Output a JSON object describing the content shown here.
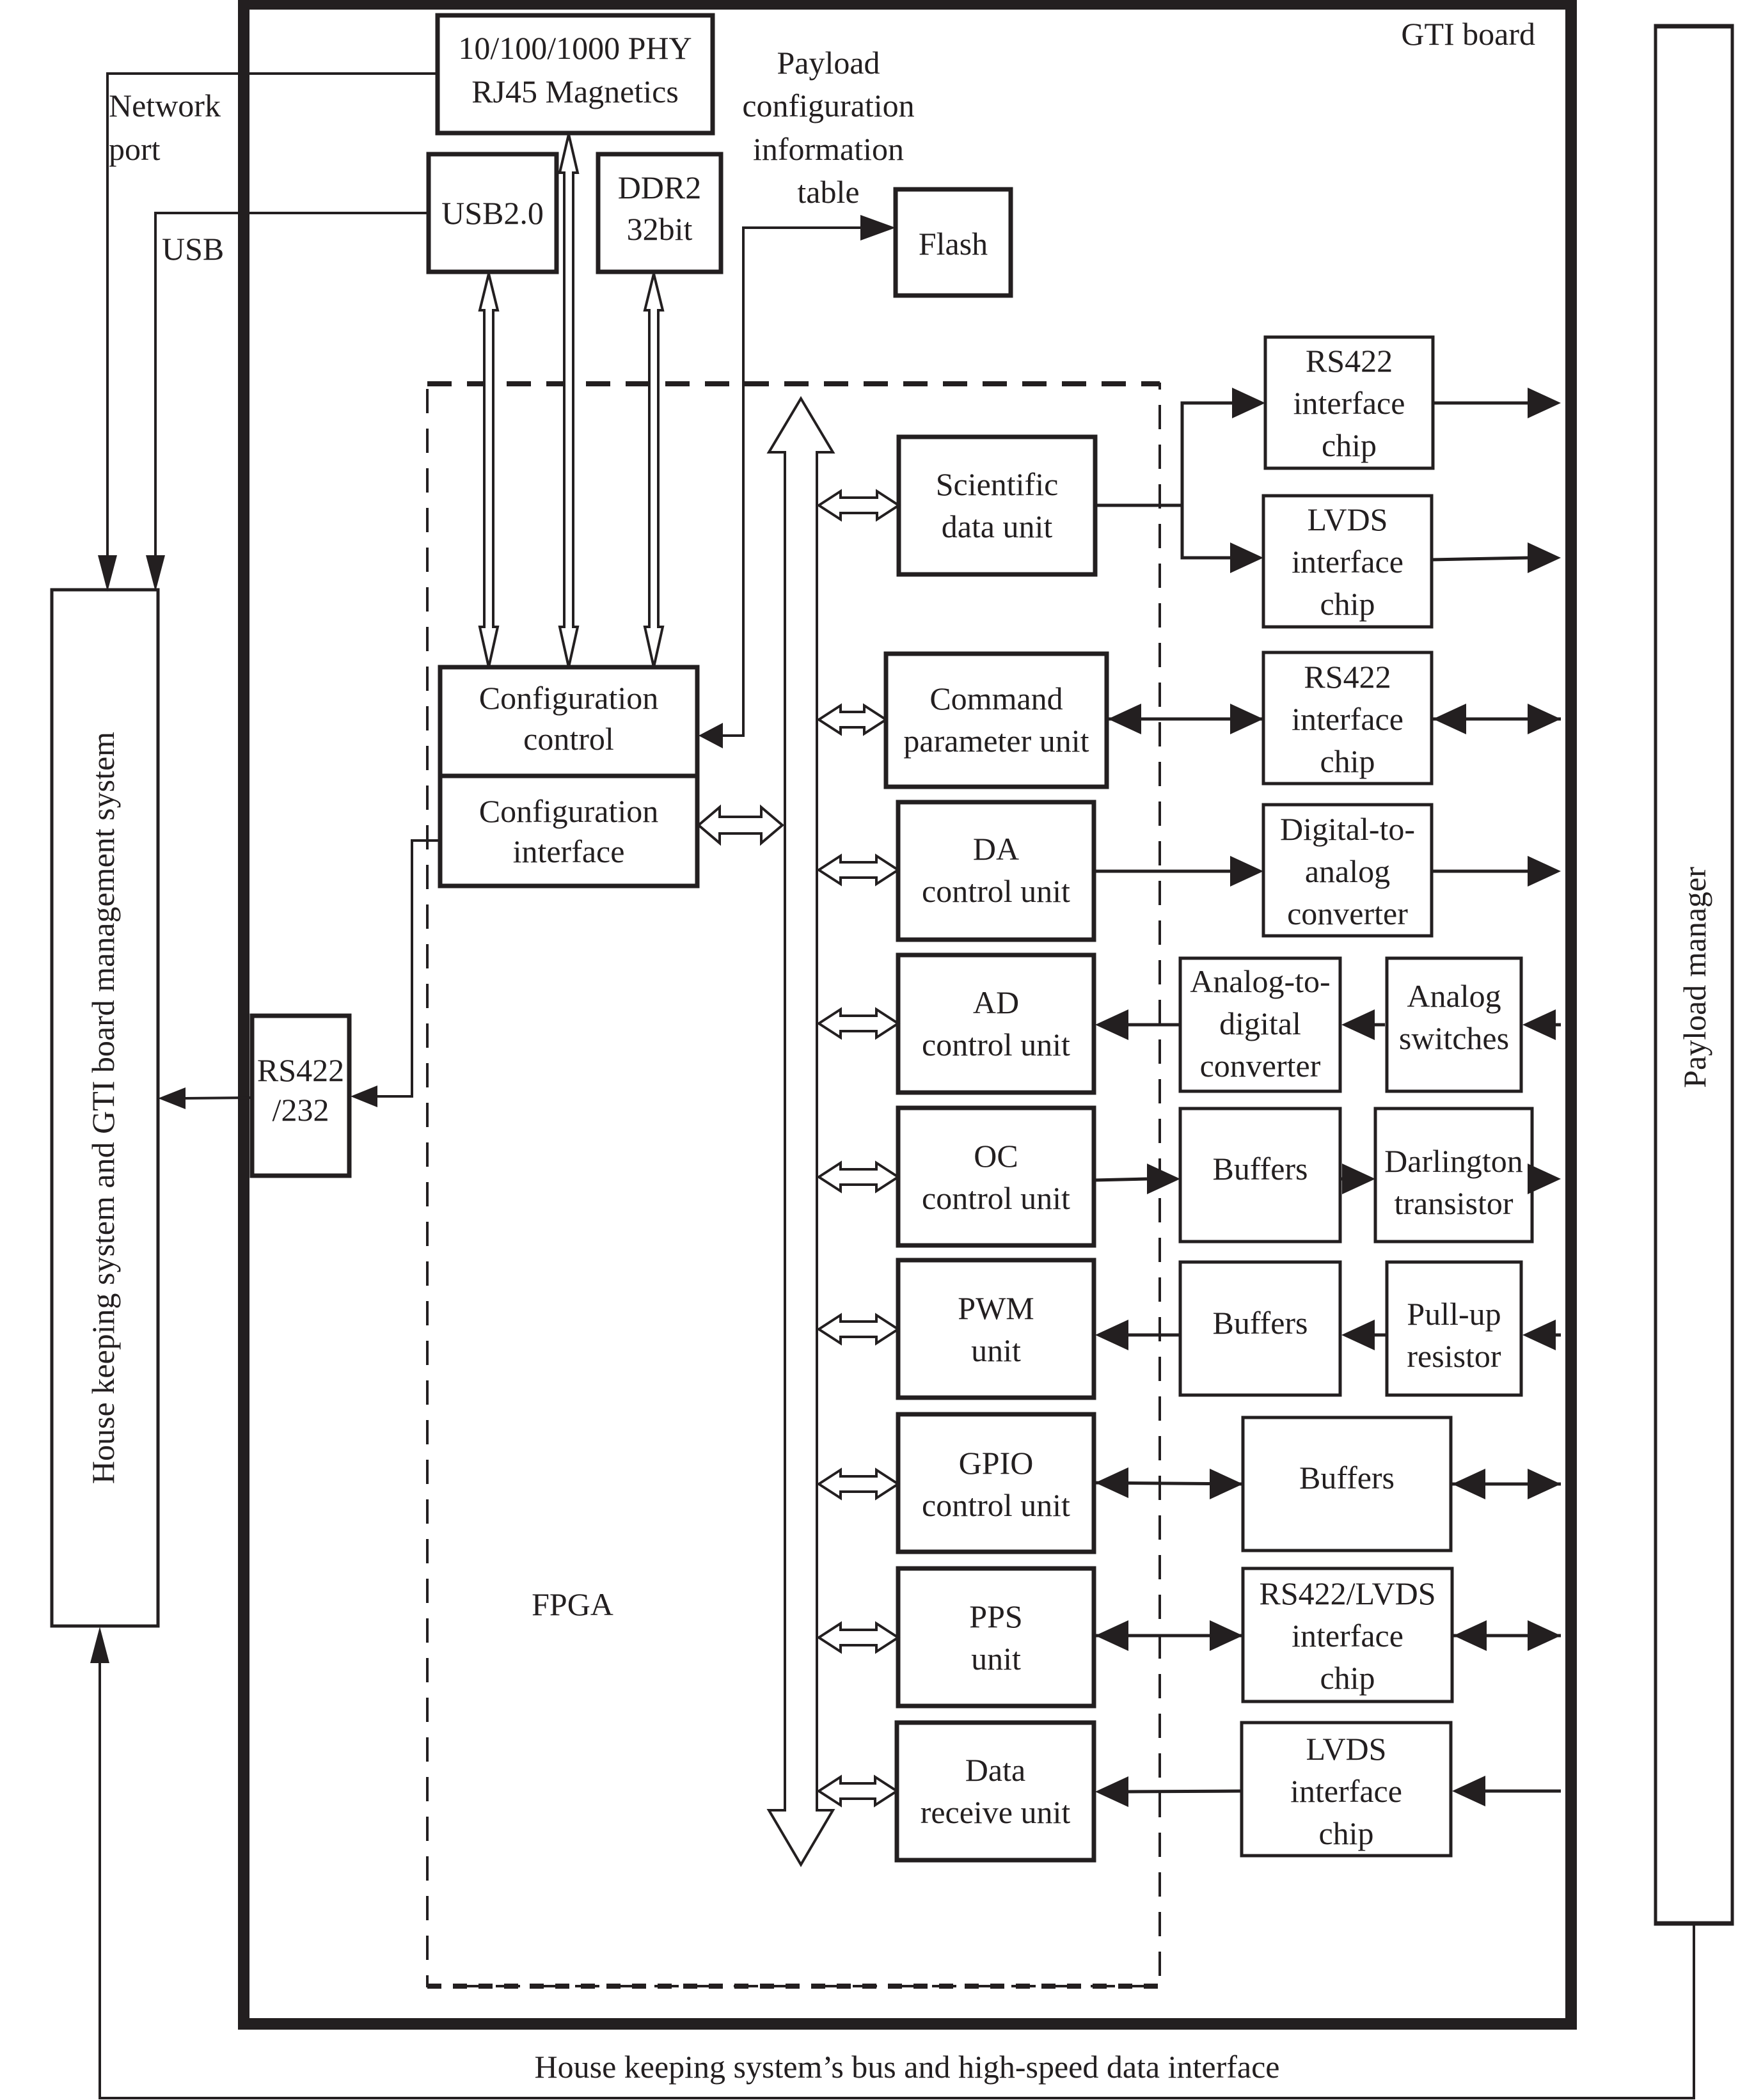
{
  "figure": {
    "board_label": "GTI board",
    "fpga_label": "FPGA",
    "left_system": "House keeping system and GTI board management system",
    "right_system": "Payload manager",
    "bottom_bus": "House keeping system’s bus and high-speed data interface",
    "colors": {
      "ink": "#231f20",
      "background": "#ffffff"
    }
  },
  "external_links": {
    "network_port": [
      "Network",
      "port"
    ],
    "usb": "USB"
  },
  "top_blocks": {
    "phy": [
      "10/100/1000 PHY",
      "RJ45 Magnetics"
    ],
    "usb2": "USB2.0",
    "ddr2": [
      "DDR2",
      "32bit"
    ],
    "flash": "Flash",
    "payload_table_caption": [
      "Payload",
      "configuration",
      "information",
      "table"
    ]
  },
  "config_blocks": {
    "control": [
      "Configuration",
      "control"
    ],
    "interface": [
      "Configuration",
      "interface"
    ],
    "rs422_232": [
      "RS422",
      "/232"
    ]
  },
  "units": [
    {
      "id": "sci",
      "lines": [
        "Scientific",
        "data unit"
      ]
    },
    {
      "id": "cmd",
      "lines": [
        "Command",
        "parameter unit"
      ]
    },
    {
      "id": "da",
      "lines": [
        "DA",
        "control unit"
      ]
    },
    {
      "id": "ad",
      "lines": [
        "AD",
        "control unit"
      ]
    },
    {
      "id": "oc",
      "lines": [
        "OC",
        "control unit"
      ]
    },
    {
      "id": "pwm",
      "lines": [
        "PWM",
        "unit"
      ]
    },
    {
      "id": "gpio",
      "lines": [
        "GPIO",
        "control unit"
      ]
    },
    {
      "id": "pps",
      "lines": [
        "PPS",
        "unit"
      ]
    },
    {
      "id": "drx",
      "lines": [
        "Data",
        "receive unit"
      ]
    }
  ],
  "peripherals": {
    "sci_rs422": [
      "RS422",
      "interface",
      "chip"
    ],
    "sci_lvds": [
      "LVDS",
      "interface",
      "chip"
    ],
    "cmd_rs422": [
      "RS422",
      "interface",
      "chip"
    ],
    "dac": [
      "Digital-to-",
      "analog",
      "converter"
    ],
    "adc": [
      "Analog-to-",
      "digital",
      "converter"
    ],
    "analog_sw": [
      "Analog",
      "switches"
    ],
    "oc_buffers": "Buffers",
    "darlington": [
      "Darlington",
      "transistor"
    ],
    "pwm_buffers": "Buffers",
    "pullup": [
      "Pull-up",
      "resistor"
    ],
    "gpio_buffers": "Buffers",
    "pps_chip": [
      "RS422/LVDS",
      "interface",
      "chip"
    ],
    "drx_lvds": [
      "LVDS",
      "interface",
      "chip"
    ]
  },
  "connections": [
    {
      "from": "phy",
      "to": "left_system",
      "label": "Network port",
      "direction": "to"
    },
    {
      "from": "usb2",
      "to": "left_system",
      "label": "USB",
      "direction": "to"
    },
    {
      "from": "config_control",
      "to": "flash",
      "label": "Payload configuration information table",
      "direction": "to"
    },
    {
      "from": "config_control",
      "to": "phy",
      "direction": "both"
    },
    {
      "from": "config_control",
      "to": "usb2",
      "direction": "both"
    },
    {
      "from": "config_control",
      "to": "ddr2",
      "direction": "both"
    },
    {
      "from": "config_interface",
      "to": "rs422_232",
      "direction": "to"
    },
    {
      "from": "rs422_232",
      "to": "left_system",
      "direction": "to"
    },
    {
      "from": "config_interface",
      "to": "internal_bus",
      "direction": "both"
    },
    {
      "from": "sci",
      "to": "sci_rs422",
      "direction": "to"
    },
    {
      "from": "sci",
      "to": "sci_lvds",
      "direction": "to"
    },
    {
      "from": "cmd",
      "to": "cmd_rs422",
      "direction": "both"
    },
    {
      "from": "da",
      "to": "dac",
      "direction": "to"
    },
    {
      "from": "adc",
      "to": "ad",
      "direction": "to"
    },
    {
      "from": "analog_sw",
      "to": "adc",
      "direction": "to"
    },
    {
      "from": "oc",
      "to": "oc_buffers",
      "direction": "to"
    },
    {
      "from": "oc_buffers",
      "to": "darlington",
      "direction": "to"
    },
    {
      "from": "pwm_buffers",
      "to": "pwm",
      "direction": "to"
    },
    {
      "from": "pullup",
      "to": "pwm_buffers",
      "direction": "to"
    },
    {
      "from": "gpio",
      "to": "gpio_buffers",
      "direction": "both"
    },
    {
      "from": "pps",
      "to": "pps_chip",
      "direction": "both"
    },
    {
      "from": "drx_lvds",
      "to": "drx",
      "direction": "to"
    },
    {
      "from": "right_system",
      "to": "left_system",
      "label": "House keeping system’s bus and high-speed data interface",
      "direction": "to"
    }
  ]
}
